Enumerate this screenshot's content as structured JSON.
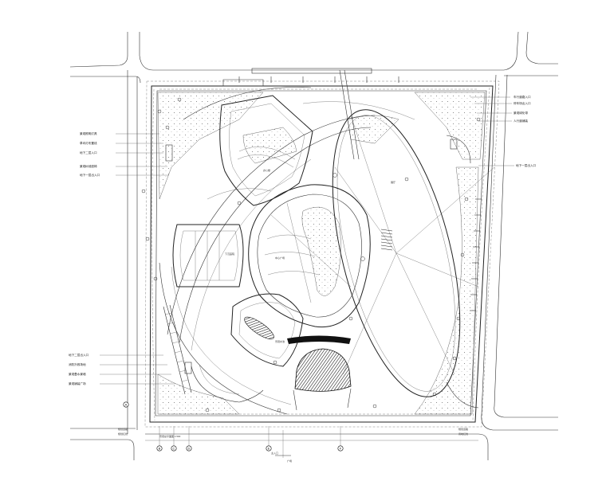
{
  "drawing": {
    "title_note": "景观总平面图 1:500",
    "left_callouts": [
      "景观照明灯具",
      "草坪灯布置线",
      "地下二层入口",
      "景观树池座椅",
      "地下一层出入口",
      "地下二层出入口",
      "消防扑救场地",
      "景观叠水景墙",
      "景观铺装广场"
    ],
    "right_callouts": [
      "车行道路入口",
      "停车场出入口",
      "景观绿化带",
      "人行道铺装",
      "地下一层出入口"
    ],
    "bottom_left_labels": [
      "规划道路",
      "规划红线"
    ],
    "bottom_right_labels": [
      "规划道路",
      "用地红线"
    ],
    "bottom_center_labels": [
      "主入口",
      "广场"
    ],
    "axis_markers": [
      "A",
      "B",
      "C",
      "D",
      "E",
      "F"
    ],
    "interior_labels": [
      "展厅",
      "中心广场",
      "景观水池",
      "下沉庭院",
      "办公楼"
    ]
  }
}
